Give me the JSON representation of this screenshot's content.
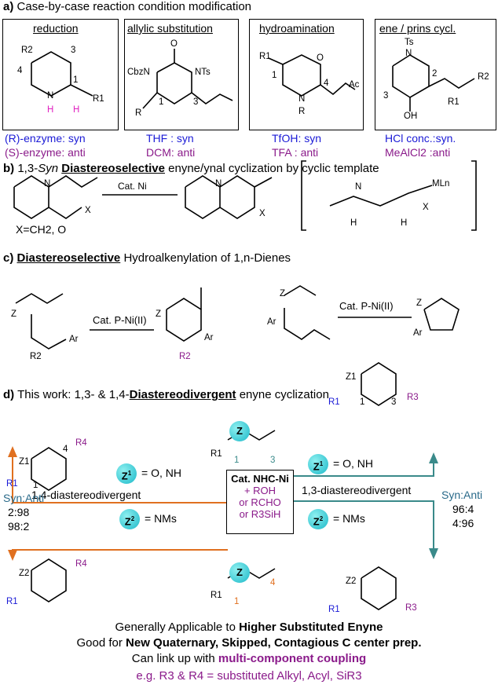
{
  "section_a": {
    "letter": "a)",
    "title": "Case-by-case reaction condition modification",
    "panels": [
      {
        "title": "reduction",
        "cond1": "(R)-enzyme: syn",
        "cond2": "(S)-enzyme: anti"
      },
      {
        "title": "allylic substitution",
        "cond1": "THF : syn",
        "cond2": "DCM: anti"
      },
      {
        "title": "hydroamination",
        "cond1": "TfOH: syn",
        "cond2": "TFA  : anti"
      },
      {
        "title": "ene / prins cycl.",
        "cond1": "HCl conc.:syn.",
        "cond2": "MeAlCl2  :anti"
      }
    ],
    "atoms": {
      "p1": [
        "R2",
        "3",
        "4",
        "1",
        "N",
        "H",
        "H",
        "R1"
      ],
      "p2": [
        "O",
        "CbzN",
        "NTs",
        "R",
        "1",
        "3"
      ],
      "p3": [
        "R1",
        "O",
        "1",
        "4",
        "N",
        "R",
        "Ac"
      ],
      "p4": [
        "Ts",
        "N",
        "2",
        "3",
        "OH",
        "R1",
        "R2"
      ]
    }
  },
  "section_b": {
    "letter": "b)",
    "title_pre": "1,3-",
    "title_syn": "Syn",
    "title_bold": "Diastereoselective",
    "title_post": "enyne/ynal cyclization by cyclic template",
    "reagent": "Cat. Ni",
    "substrate_note": "X=CH2, O",
    "atoms": [
      "N",
      "X",
      "N",
      "X",
      "N",
      "MLn",
      "X",
      "H",
      "H"
    ]
  },
  "section_c": {
    "letter": "c)",
    "title_bold": "Diastereoselective",
    "title_post": "Hydroalkenylation of 1,n-Dienes",
    "reagent1": "Cat. P-Ni(II)",
    "reagent2": "Cat. P-Ni(II)",
    "atoms": [
      "Z",
      "Ar",
      "R2",
      "Z",
      "Ar",
      "R2",
      "Z",
      "Ar",
      "Z",
      "Ar"
    ]
  },
  "section_d": {
    "letter": "d)",
    "title_pre": "This work: 1,3- & 1,4-",
    "title_bold": "Diastereodivergent",
    "title_post": "enyne cyclization",
    "z1_label": "= O, NH",
    "z2_label": "= NMs",
    "z1_label_right": "= O, NH",
    "z2_label_right": "= NMs",
    "left_route": "1,4-diastereodivergent",
    "right_route": "1,3-diastereodivergent",
    "left_ratio_title": "Syn:Anti",
    "left_ratios": [
      "2:98",
      "98:2"
    ],
    "right_ratio_title": "Syn:Anti",
    "right_ratios": [
      "96:4",
      "4:96"
    ],
    "catalyst": {
      "name": "Cat. NHC-Ni",
      "lines": [
        "+ ROH",
        "or RCHO",
        "or R3SiH"
      ]
    },
    "atoms": [
      "Z1",
      "R4",
      "4",
      "R1",
      "1",
      "Z2",
      "R4",
      "R1",
      "R1",
      "1",
      "3",
      "R1",
      "1",
      "4",
      "Z1",
      "R1",
      "1",
      "3",
      "R3",
      "Z2",
      "R1",
      "R3"
    ]
  },
  "footer": {
    "line1_pre": "Generally Applicable to",
    "line1_bold": "Higher Substituted Enyne",
    "line2_pre": "Good for",
    "line2_bold": "New Quaternary, Skipped, Contagious C center prep.",
    "line3_pre": "Can link up with",
    "line3_bold": "multi-component coupling",
    "line4": "e.g. R3 & R4 = substituted Alkyl, Acyl, SiR3"
  },
  "colors": {
    "blue": "#1a1ad6",
    "purple": "#8a1a8a",
    "magenta": "#e020c0",
    "teal": "#3a8a8a",
    "orange": "#e07020",
    "cyan": "#1ab8c8"
  }
}
